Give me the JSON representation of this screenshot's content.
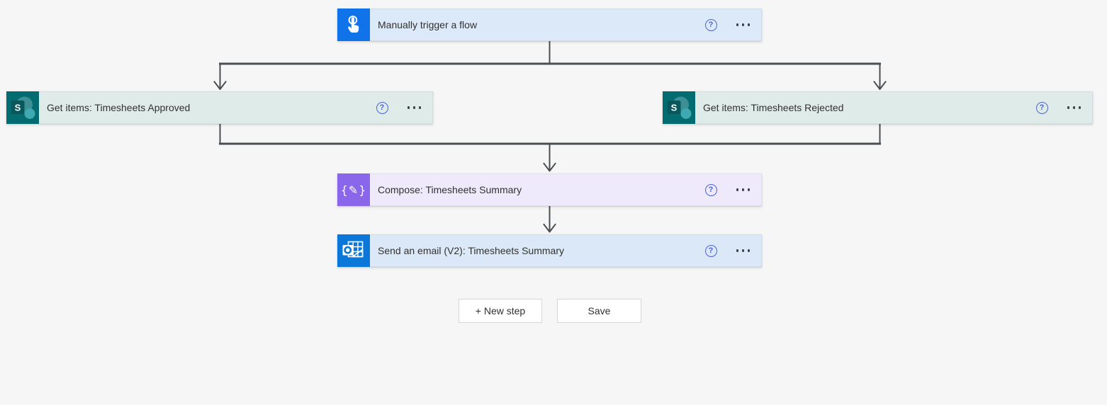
{
  "canvas": {
    "background": "#f6f6f6"
  },
  "connector": {
    "color": "#4a4d52"
  },
  "nodes": [
    {
      "id": "trigger",
      "title": "Manually trigger a flow",
      "icon": "manual-trigger-icon",
      "tile": "#1173e9",
      "body": "#dce9f8"
    },
    {
      "id": "get-items-approved",
      "title": "Get items: Timesheets Approved",
      "icon": "sharepoint-icon",
      "tile": "#036c70",
      "body": "#dfebe9"
    },
    {
      "id": "get-items-rejected",
      "title": "Get items: Timesheets Rejected",
      "icon": "sharepoint-icon",
      "tile": "#036c70",
      "body": "#dfebe9"
    },
    {
      "id": "compose",
      "title": "Compose: Timesheets Summary",
      "icon": "compose-icon",
      "tile": "#8a66ea",
      "body": "#efeafb"
    },
    {
      "id": "send-email",
      "title": "Send an email (V2): Timesheets Summary",
      "icon": "outlook-icon",
      "tile": "#0b77d8",
      "body": "#dbe8f7"
    }
  ],
  "icons": {
    "help_glyph": "?",
    "compose_glyph": "{✎}"
  },
  "buttons": [
    {
      "label": "+ New step"
    },
    {
      "label": "Save"
    }
  ]
}
